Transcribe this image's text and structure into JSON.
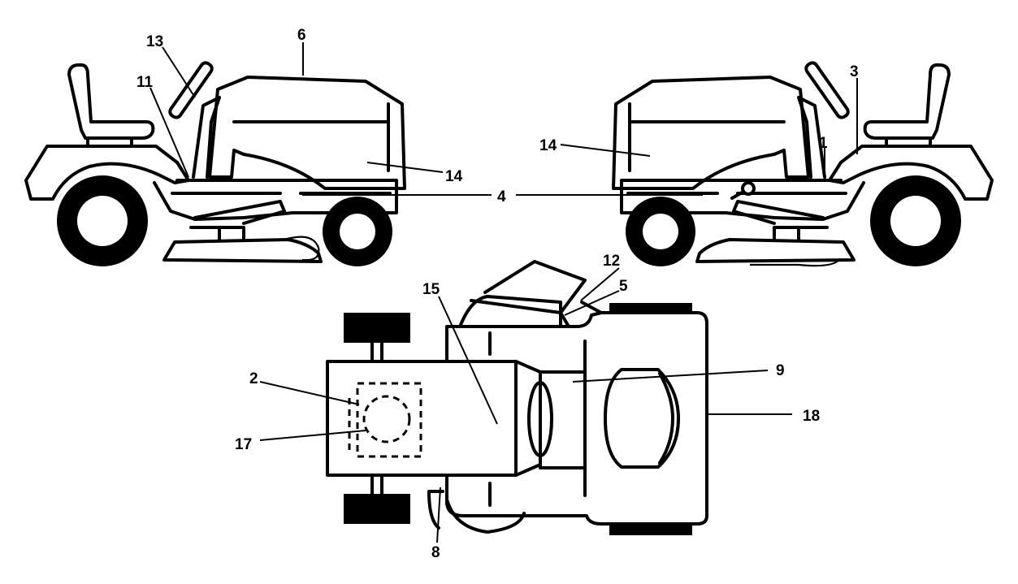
{
  "callouts": {
    "c1": "1",
    "c2": "2",
    "c3": "3",
    "c4": "4",
    "c5": "5",
    "c6": "6",
    "c8": "8",
    "c9": "9",
    "c11": "11",
    "c12": "12",
    "c13": "13",
    "c14_left": "14",
    "c14_right": "14",
    "c15": "15",
    "c17": "17",
    "c18": "18"
  },
  "icons": {
    "left_view": "tractor-side-view-left-icon",
    "right_view": "tractor-side-view-right-icon",
    "top_view": "tractor-top-view-icon"
  }
}
